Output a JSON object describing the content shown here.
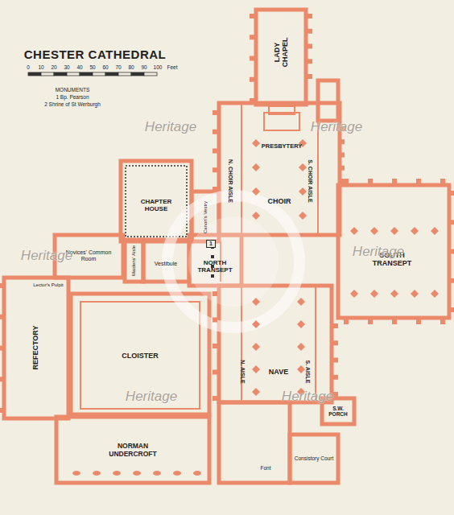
{
  "diagram": {
    "title": "CHESTER CATHEDRAL",
    "labels": [
      "0",
      "10",
      "20",
      "30",
      "40",
      "50",
      "60",
      "70",
      "80",
      "90",
      "100",
      "Feet",
      "MONUMENTS",
      "1 Bp. Pearson",
      "2 Shrine of St Werburgh",
      "LADY CHAPEL",
      "PRESBYTERY",
      "N. CHOIR AISLE",
      "S. CHOIR AISLE",
      "CHAPTER HOUSE",
      "Canon's Vestry",
      "CHOIR",
      "Novices' Common Room",
      "Maidens' Aisle",
      "Vestibule",
      "1",
      "NORTH TRANSEPT",
      "SOUTH TRANSEPT",
      "Lector's Pulpit",
      "REFECTORY",
      "CLOISTER",
      "N. AISLE",
      "NAVE",
      "S. AISLE",
      "S.W. PORCH",
      "NORMAN UNDERCROFT",
      "Font",
      "Consistory Court",
      "Heritage",
      "Heritage",
      "Heritage",
      "Heritage",
      "Heritage",
      "Heritage"
    ]
  }
}
